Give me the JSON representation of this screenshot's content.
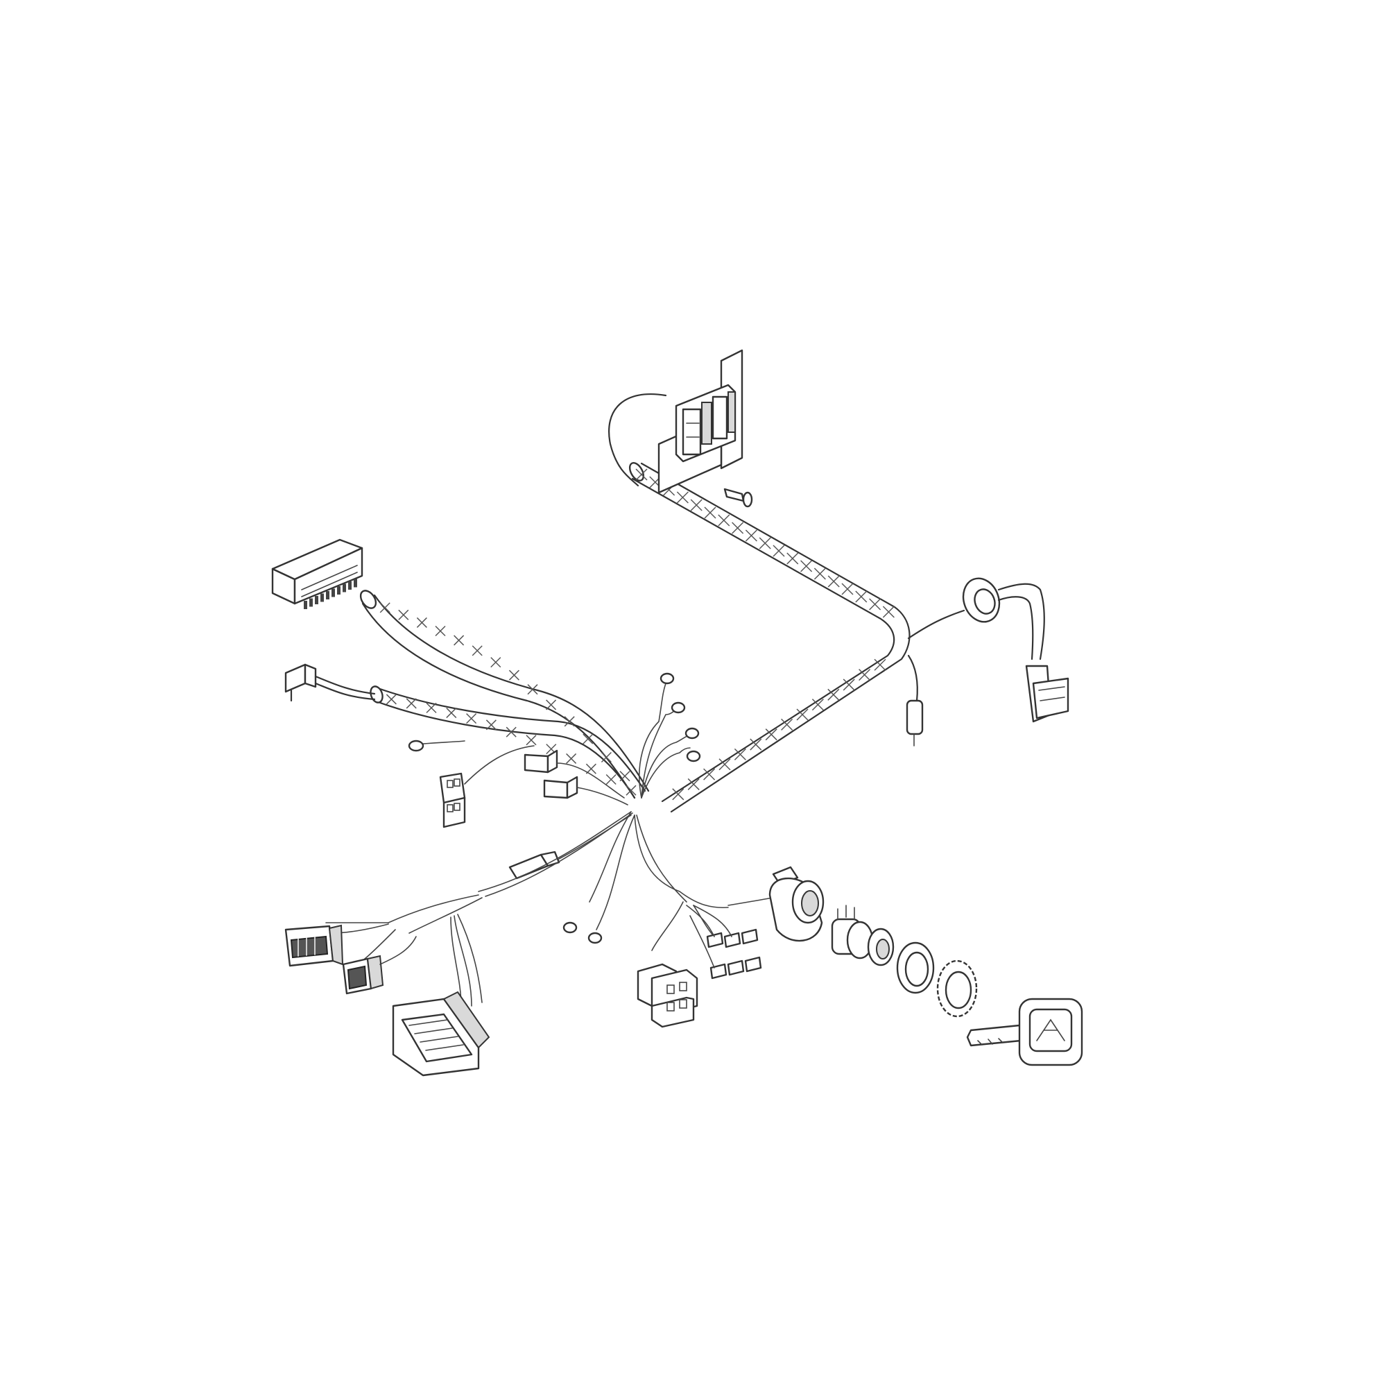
{
  "diagram": {
    "colors": {
      "stroke": "#333333",
      "background": "#ffffff",
      "shade": "#d9d9d9"
    },
    "components": [
      "fuse-relay-block",
      "bolt",
      "multi-pin-block-connector",
      "inline-connector-small",
      "wiring-harness-main-loom",
      "ring-terminals",
      "grommet-and-sensor-cable",
      "sensor-connector",
      "inline-fuse-holder",
      "blade-connectors",
      "square-4-pin-connector",
      "bullet-connector",
      "large-connector-left",
      "medium-connector-left",
      "large-ecu-connector",
      "relay-socket",
      "ignition-switch-housing",
      "ignition-switch-body",
      "washer",
      "lock-nut",
      "ignition-key"
    ]
  }
}
